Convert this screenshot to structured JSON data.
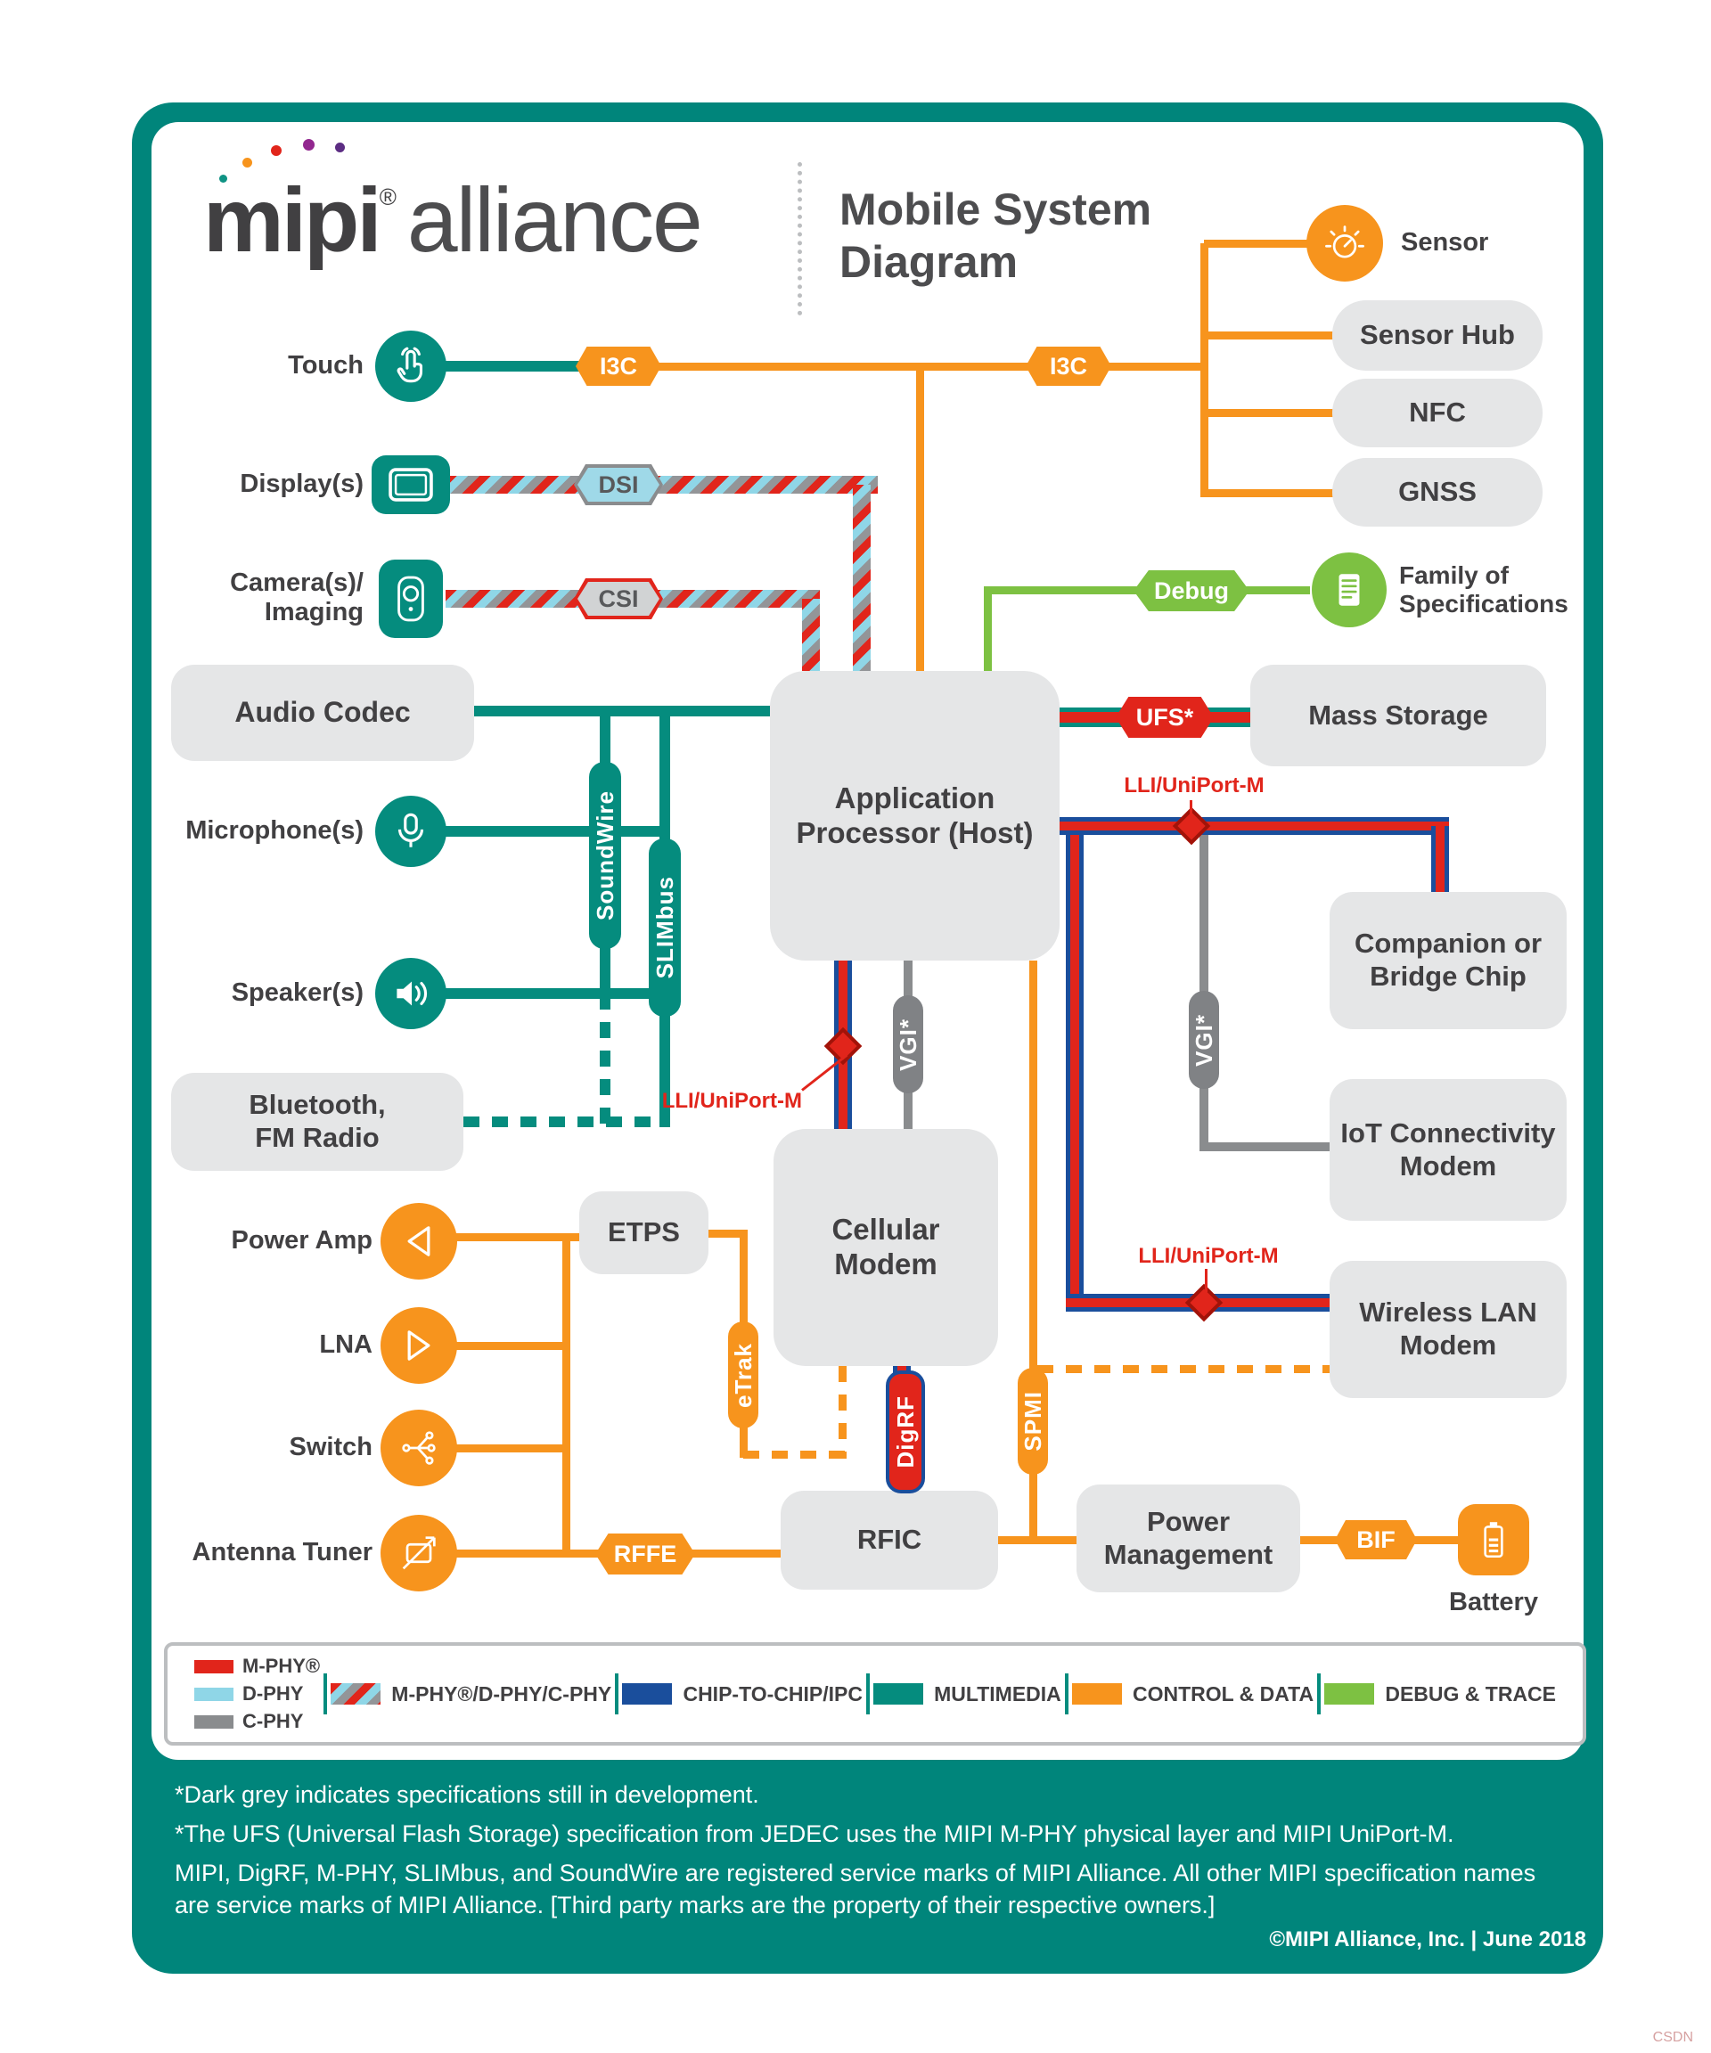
{
  "header": {
    "logo_mipi": "mipi",
    "logo_reg": "®",
    "logo_alliance": "alliance",
    "title_line1": "Mobile System",
    "title_line2": "Diagram"
  },
  "nodes": {
    "touch": {
      "label": "Touch"
    },
    "displays": {
      "label": "Display(s)"
    },
    "camera": {
      "label": "Camera(s)/",
      "label2": "Imaging"
    },
    "audio_codec": {
      "label": "Audio Codec"
    },
    "microphones": {
      "label": "Microphone(s)"
    },
    "speakers": {
      "label": "Speaker(s)"
    },
    "bluetooth": {
      "label": "Bluetooth,",
      "label2": "FM Radio"
    },
    "power_amp": {
      "label": "Power Amp"
    },
    "lna": {
      "label": "LNA"
    },
    "switch": {
      "label": "Switch"
    },
    "antenna_tuner": {
      "label": "Antenna Tuner"
    },
    "app_processor": {
      "label": "Application Processor (Host)"
    },
    "cellular_modem": {
      "label": "Cellular Modem"
    },
    "etps": {
      "label": "ETPS"
    },
    "rfic": {
      "label": "RFIC"
    },
    "power_management": {
      "label": "Power Management"
    },
    "sensor": {
      "label": "Sensor"
    },
    "sensor_hub": {
      "label": "Sensor Hub"
    },
    "nfc": {
      "label": "NFC"
    },
    "gnss": {
      "label": "GNSS"
    },
    "family_specs": {
      "label": "Family of",
      "label2": "Specifications"
    },
    "mass_storage": {
      "label": "Mass Storage"
    },
    "companion": {
      "label": "Companion or Bridge Chip"
    },
    "iot_modem": {
      "label": "IoT Connectivity Modem"
    },
    "wireless_lan": {
      "label": "Wireless LAN Modem"
    },
    "battery": {
      "label": "Battery"
    }
  },
  "connectors": {
    "i3c_left": "I3C",
    "i3c_right": "I3C",
    "dsi": "DSI",
    "csi": "CSI",
    "debug": "Debug",
    "ufs": "UFS*",
    "soundwire": "SoundWire",
    "slimbus": "SLIMbus",
    "vgi_center": "VGI*",
    "vgi_right": "VGI*",
    "lli_1": "LLI/UniPort-M",
    "lli_2": "LLI/UniPort-M",
    "lli_3": "LLI/UniPort-M",
    "etrak": "eTrak",
    "digrf": "DigRF",
    "spmi": "SPMI",
    "rffe": "RFFE",
    "bif": "BIF"
  },
  "legend": {
    "items": [
      {
        "label": "M-PHY®",
        "color": "#E1251B"
      },
      {
        "label": "D-PHY",
        "color": "#8FD6E7"
      },
      {
        "label": "C-PHY",
        "color": "#8A8C8E"
      },
      {
        "label": "M-PHY®/D-PHY/C-PHY",
        "color": "striped"
      },
      {
        "label": "CHIP-TO-CHIP/IPC",
        "color": "#1A4E9C"
      },
      {
        "label": "MULTIMEDIA",
        "color": "#058C7E"
      },
      {
        "label": "CONTROL & DATA",
        "color": "#F7941D"
      },
      {
        "label": "DEBUG & TRACE",
        "color": "#7DC142"
      }
    ]
  },
  "footnotes": {
    "line1": "*Dark grey indicates specifications still in development.",
    "line2": "*The UFS (Universal Flash Storage) specification from JEDEC uses the MIPI M-PHY physical layer and MIPI UniPort-M.",
    "line3": "MIPI, DigRF, M-PHY, SLIMbus, and SoundWire are registered service marks of MIPI Alliance. All other MIPI specification names are service marks of MIPI Alliance. [Third party marks are the property of their respective owners.]",
    "copyright": "©MIPI Alliance, Inc. | June 2018"
  },
  "watermark": "CSDN",
  "colors": {
    "frame_teal": "#00857B",
    "multimedia_teal": "#058C7E",
    "control_data_orange": "#F7941D",
    "debug_trace_green": "#7DC142",
    "m_phy_red": "#E1251B",
    "d_phy_blue": "#8FD6E7",
    "c_phy_grey": "#8A8C8E",
    "chip_to_chip_navy": "#1A4E9C",
    "box_grey": "#E5E6E7"
  }
}
